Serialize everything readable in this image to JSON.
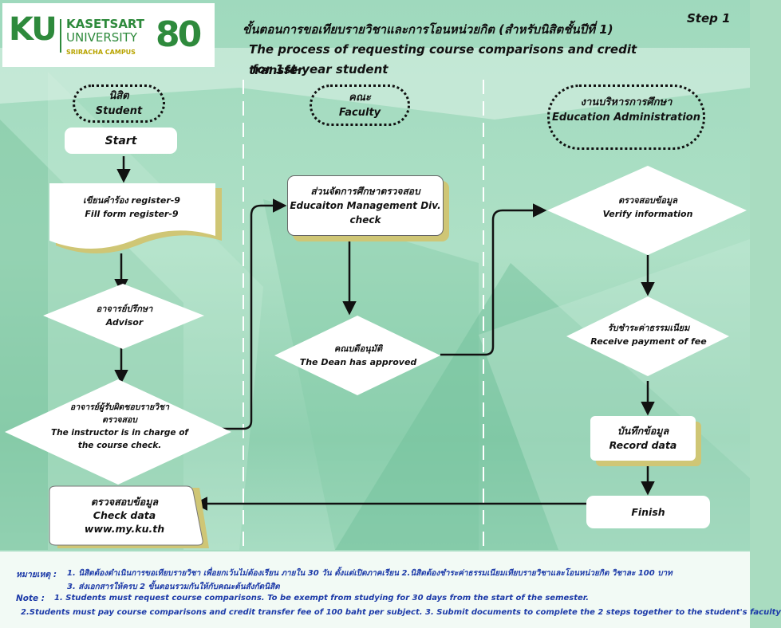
{
  "logo": {
    "brand": "KU",
    "line1": "KASETSART",
    "line2": "UNIVERSITY",
    "campus": "SRIRACHA CAMPUS",
    "badge": "80",
    "colors": {
      "green": "#2e8a3c",
      "gold": "#b8a400"
    }
  },
  "header": {
    "title_th": "ขั้นตอนการขอเทียบรายวิชาและการโอนหน่วยกิต (สำหรับนิสิตชั้นปีที่ 1)",
    "title_en_1": "The process of requesting course  comparisons and credit transfer",
    "title_en_2": "for 1st-year student",
    "step": "Step 1"
  },
  "lanes": {
    "student": {
      "th": "นิสิต",
      "en": "Student"
    },
    "faculty": {
      "th": "คณะ",
      "en": "Faculty"
    },
    "admin": {
      "th": "งานบริหารการศึกษา",
      "en": "Education Administration"
    }
  },
  "nodes": {
    "start": "Start",
    "fill_form": {
      "th": "เขียนคำร้อง register-9",
      "en": "Fill form register-9"
    },
    "advisor": {
      "th": "อาจารย์ปรึกษา",
      "en": "Advisor"
    },
    "instructor": {
      "th1": "อาจารย์ผู้รับผิดชอบรายวิชา",
      "th2": "ตรวจสอบ",
      "en1": "The instructor is in charge of",
      "en2": "the course check."
    },
    "check_data": {
      "th": "ตรวจสอบข้อมูล",
      "en1": "Check data",
      "en2": "www.my.ku.th"
    },
    "edu_check": {
      "th": "ส่วนจัดการศึกษาตรวจสอบ",
      "en1": "Educaiton Management Div.",
      "en2": "check"
    },
    "dean": {
      "th": "คณบดีอนุมัติ",
      "en": "The Dean has approved"
    },
    "verify": {
      "th": "ตรวจสอบข้อมูล",
      "en": "Verify  information"
    },
    "payment": {
      "th": "รับชำระค่าธรรมเนียม",
      "en": "Receive payment of fee"
    },
    "record": {
      "th": "บันทึกข้อมูล",
      "en": "Record data"
    },
    "finish": "Finish"
  },
  "notes": {
    "th_label": "หมายเหตุ  :",
    "th_1": "1. นิสิตต้องดำเนินการขอเทียบรายวิชา เพื่อยกเว้นไม่ต้องเรียน ภายใน 30 วัน ตั้งแต่เปิดภาคเรียน  2.นิสิตต้องชำระค่าธรรมเนียมเทียบรายวิชาและโอนหน่วยกิต วิชาละ 100 บาท",
    "th_2": "3. ส่งเอกสารให้ครบ 2 ขั้นตอนรวมกันให้กับคณะต้นสังกัดนิสิต",
    "en_label": "Note :",
    "en_1": "1. Students must request course comparisons. To be exempt from studying for 30 days from the start of the semester.",
    "en_2": "2.Students must pay course comparisons and credit transfer fee of 100 baht per subject.  3. Submit documents to complete the 2 steps together to the student's faculty"
  }
}
